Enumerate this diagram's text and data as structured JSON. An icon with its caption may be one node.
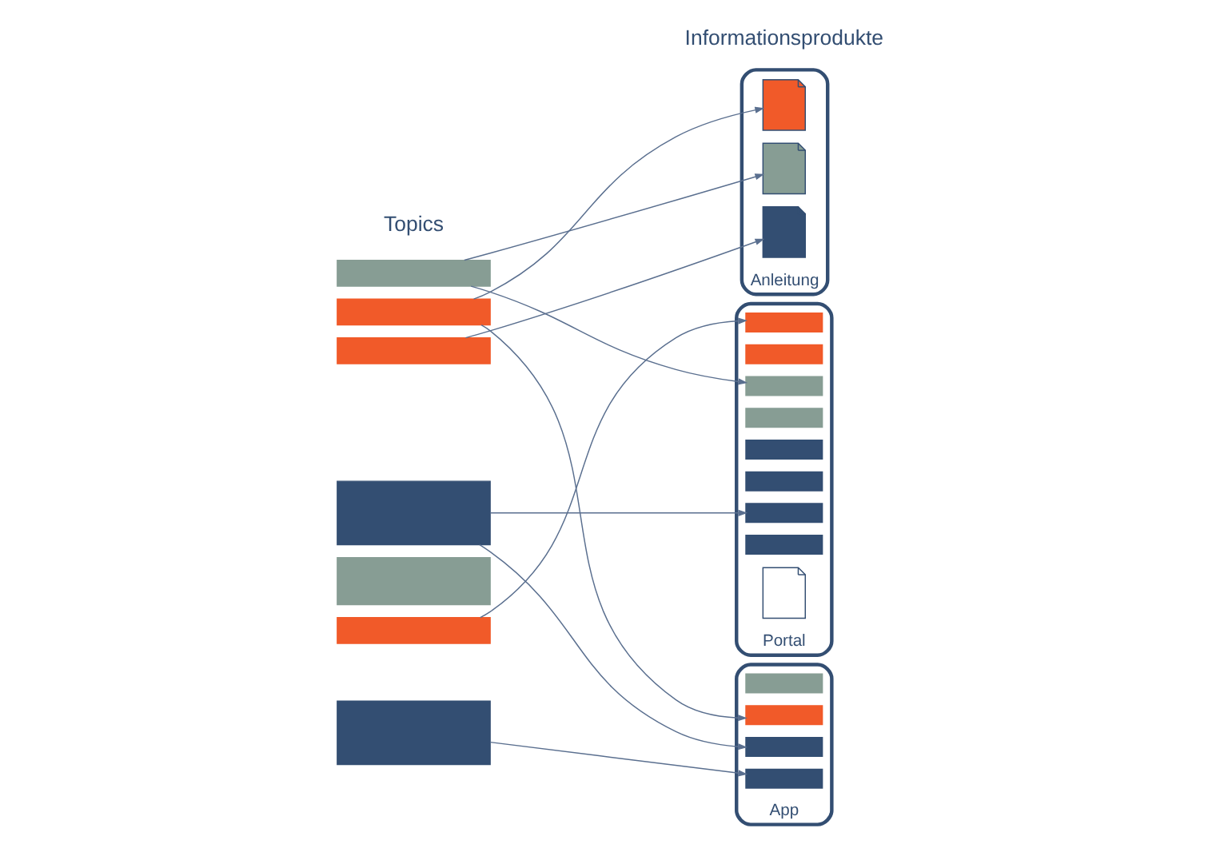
{
  "diagram": {
    "nodes": [
      {
        "text": [],
        "shape": "bar"
      },
      {
        "text": [],
        "shape": "bar"
      },
      {
        "text": [],
        "shape": "bar"
      },
      {
        "text": [],
        "shape": "bar"
      },
      {
        "text": [],
        "shape": "bar"
      },
      {
        "text": [],
        "shape": "bar"
      },
      {
        "text": [],
        "shape": "bar"
      },
      {
        "text": [],
        "shape": "picture",
        "beside": [
          "Anleitung"
        ]
      },
      {
        "text": [],
        "shape": "box",
        "in": 7
      },
      {
        "text": [],
        "shape": "box",
        "in": 7
      },
      {
        "text": [],
        "shape": "box",
        "in": 7
      },
      {
        "text": [],
        "shape": "picture",
        "beside": [
          "App"
        ]
      },
      {
        "text": [],
        "shape": "bar",
        "in": 11
      },
      {
        "text": [],
        "shape": "bar",
        "in": 11
      },
      {
        "text": [],
        "shape": "bar",
        "in": 11
      },
      {
        "text": [],
        "shape": "bar",
        "in": 11
      },
      {
        "text": [],
        "shape": "picture",
        "beside": [
          "Portal"
        ]
      },
      {
        "text": [],
        "shape": "bar",
        "in": 16
      },
      {
        "text": [],
        "shape": "bar",
        "in": 16
      },
      {
        "text": [],
        "shape": "bar",
        "in": 16
      },
      {
        "text": [],
        "shape": "bar",
        "in": 16
      },
      {
        "text": [],
        "shape": "bar",
        "in": 16
      },
      {
        "text": [],
        "shape": "bar",
        "in": 16
      },
      {
        "text": [],
        "shape": "bar",
        "in": 16
      },
      {
        "text": [],
        "shape": "bar",
        "in": 16
      },
      {
        "text": [],
        "shape": "picture",
        "in": 16
      }
    ],
    "edges": [
      {
        "from": 0,
        "to": 9,
        "arrow": "to"
      },
      {
        "from": 0,
        "to": 19,
        "arrow": "to"
      },
      {
        "from": 1,
        "to": 8,
        "arrow": "to"
      },
      {
        "from": 1,
        "to": 13,
        "arrow": "to"
      },
      {
        "from": 2,
        "to": 10,
        "arrow": "to"
      },
      {
        "from": 3,
        "to": 14,
        "arrow": "to"
      },
      {
        "from": 3,
        "to": 23,
        "arrow": "to"
      },
      {
        "from": 5,
        "to": 17,
        "arrow": "to"
      },
      {
        "from": 6,
        "to": 15,
        "arrow": "to"
      }
    ],
    "labels": [
      "Topics",
      "Informationsprodukte"
    ]
  }
}
